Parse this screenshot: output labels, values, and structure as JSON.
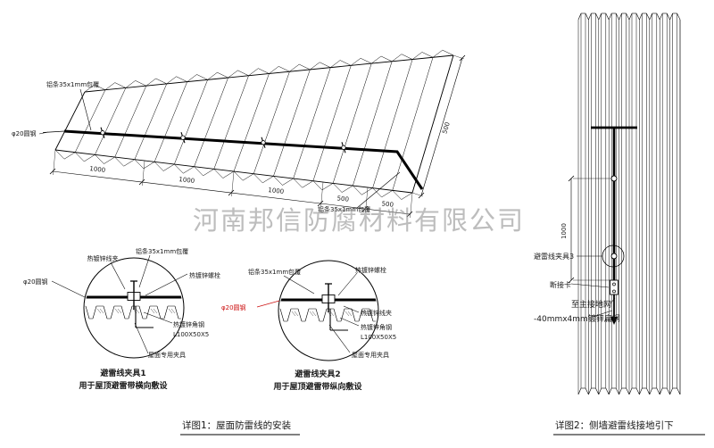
{
  "watermark": "河南邦信防腐材料有限公司",
  "figure1": {
    "caption": "详图1：屋面防雷线的安装",
    "roof": {
      "label_strip_top": "铝条35x1mm包覆",
      "label_round_steel": "φ20圆钢",
      "label_strip_right": "铝条35x1mm包覆",
      "dims": [
        "1000",
        "1000",
        "1000",
        "500",
        "500"
      ],
      "dim_side": "500"
    },
    "detail1": {
      "title": "避雷线夹具1",
      "subtitle": "用于屋顶避雷带横向敷设",
      "labels": {
        "clamp": "热镀锌线夹",
        "strip": "铝条35x1mm包覆",
        "bolt": "热镀锌螺栓",
        "round_steel": "φ20圆钢",
        "angle_steel": "热镀锌角钢",
        "angle_spec": "L100X50X5",
        "roof_clamp": "屋面专用夹具"
      }
    },
    "detail2": {
      "title": "避雷线夹具2",
      "subtitle": "用于屋顶避雷带纵向敷设",
      "labels": {
        "clamp": "热镀锌线夹",
        "strip": "铝条35x1mm包覆",
        "bolt": "热镀锌螺栓",
        "round_steel": "φ20圆钢",
        "angle_steel": "热镀锌角钢",
        "angle_spec": "L100X50X5",
        "roof_clamp": "屋面专用夹具"
      }
    }
  },
  "figure2": {
    "caption": "详图2：侧墙避雷线接地引下",
    "dim": "1000",
    "labels": {
      "clamp3": "避雷线夹具3",
      "disconnect": "断接卡",
      "to_ground": "至主接地网",
      "flat_steel": "-40mmx4mm镀锌扁钢"
    }
  },
  "colors": {
    "line": "#000000",
    "accent_red": "#cc1111",
    "watermark": "#8f8f8f"
  }
}
